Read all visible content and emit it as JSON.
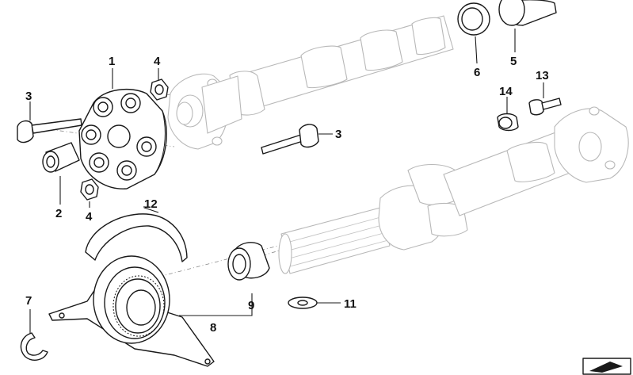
{
  "diagram": {
    "callouts": [
      {
        "id": "c1",
        "text": "1"
      },
      {
        "id": "c2",
        "text": "2"
      },
      {
        "id": "c3a",
        "text": "3"
      },
      {
        "id": "c3b",
        "text": "3"
      },
      {
        "id": "c4a",
        "text": "4"
      },
      {
        "id": "c4b",
        "text": "4"
      },
      {
        "id": "c5",
        "text": "5"
      },
      {
        "id": "c6",
        "text": "6"
      },
      {
        "id": "c7",
        "text": "7"
      },
      {
        "id": "c8",
        "text": "8"
      },
      {
        "id": "c9",
        "text": "9"
      },
      {
        "id": "c11",
        "text": "11"
      },
      {
        "id": "c12",
        "text": "12"
      },
      {
        "id": "c13",
        "text": "13"
      },
      {
        "id": "c14",
        "text": "14"
      }
    ]
  }
}
